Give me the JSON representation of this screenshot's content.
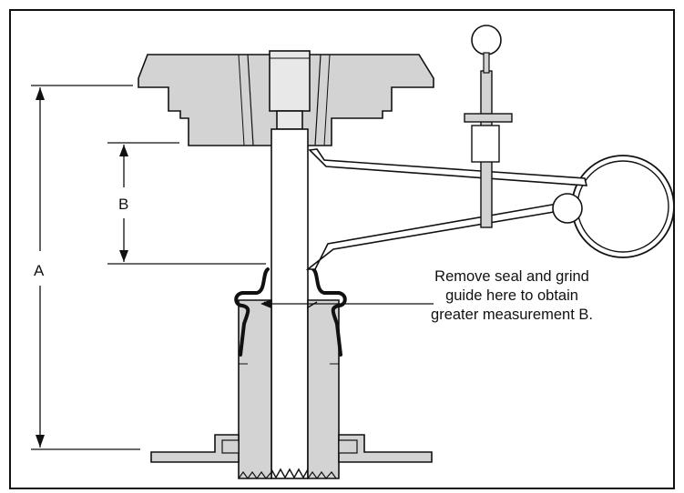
{
  "diagram": {
    "dimension_labels": {
      "a": "A",
      "b": "B"
    },
    "callout": {
      "lines": [
        "Remove seal and grind",
        "guide here to obtain",
        "greater measurement B."
      ]
    },
    "colors": {
      "outline": "#111111",
      "part_fill": "#d3d3d3",
      "stem_fill": "#ffffff",
      "seal": "#111111",
      "background": "#ffffff"
    }
  }
}
